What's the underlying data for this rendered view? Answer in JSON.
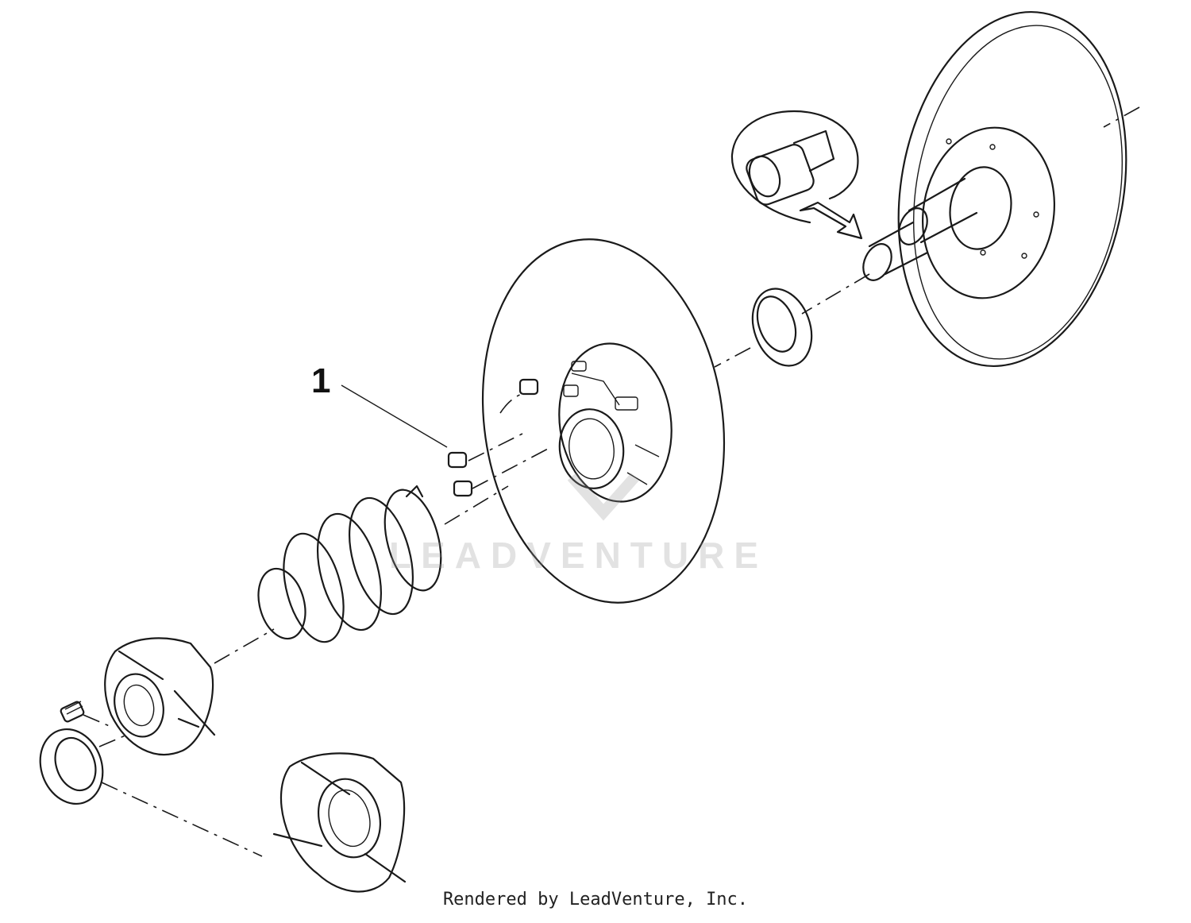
{
  "diagram": {
    "callout": "1",
    "watermark": "LEADVENTURE",
    "credit": "Rendered by LeadVenture, Inc."
  }
}
